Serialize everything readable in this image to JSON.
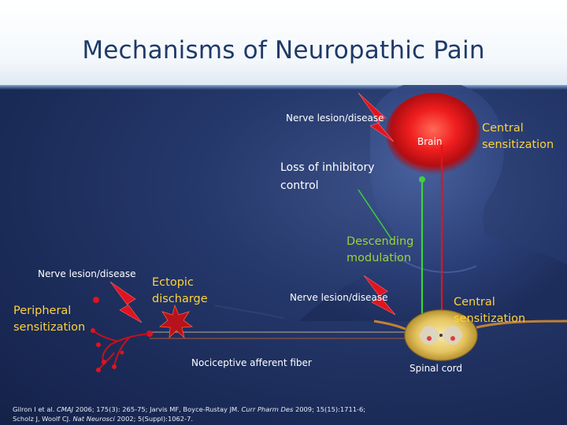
{
  "slide": {
    "title": "Mechanisms of Neuropathic Pain"
  },
  "diagram": {
    "labels": {
      "nerve_lesion_top": "Nerve lesion/disease",
      "brain": "Brain",
      "central_sensitization_top": "Central sensitization",
      "loss_of_inhibitory_control": "Loss of inhibitory control",
      "descending_modulation": "Descending modulation",
      "nerve_lesion_left": "Nerve lesion/disease",
      "peripheral_sensitization": "Peripheral sensitization",
      "ectopic_discharge": "Ectopic discharge",
      "nerve_lesion_middle": "Nerve lesion/disease",
      "central_sensitization_right": "Central sensitization",
      "nociceptive_afferent_fiber": "Nociceptive afferent fiber",
      "spinal_cord": "Spinal cord"
    },
    "colors": {
      "background": "#1b2b58",
      "title": "#1f3a68",
      "yellow_text": "#ffd23a",
      "green_text": "#9bd23a",
      "lesion_bolt": "#e0141e",
      "nerve_fiber": "#e8962a",
      "descending_line": "#3fcf3f"
    }
  },
  "references": {
    "line1_a": "Gilron I et al. ",
    "line1_b": "CMAJ",
    "line1_c": " 2006; 175(3): 265-75; Jarvis MF, Boyce-Rustay JM. ",
    "line1_d": "Curr Pharm Des",
    "line1_e": " 2009; 15(15):1711-6;",
    "line2_a": "Scholz J, Woolf CJ. ",
    "line2_b": "Nat Neurosci",
    "line2_c": " 2002; 5(Suppl):1062-7."
  }
}
